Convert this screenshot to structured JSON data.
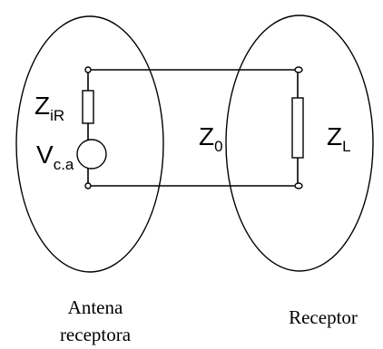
{
  "labels": {
    "source_impedance": {
      "main": "Z",
      "sub": "iR"
    },
    "source_voltage": {
      "main": "V",
      "sub": "c.a"
    },
    "line_impedance": {
      "main": "Z",
      "sub": "0"
    },
    "load_impedance": {
      "main": "Z",
      "sub": "L"
    }
  },
  "captions": {
    "antenna_line1": "Antena",
    "antenna_line2": "receptora",
    "receiver": "Receptor"
  }
}
